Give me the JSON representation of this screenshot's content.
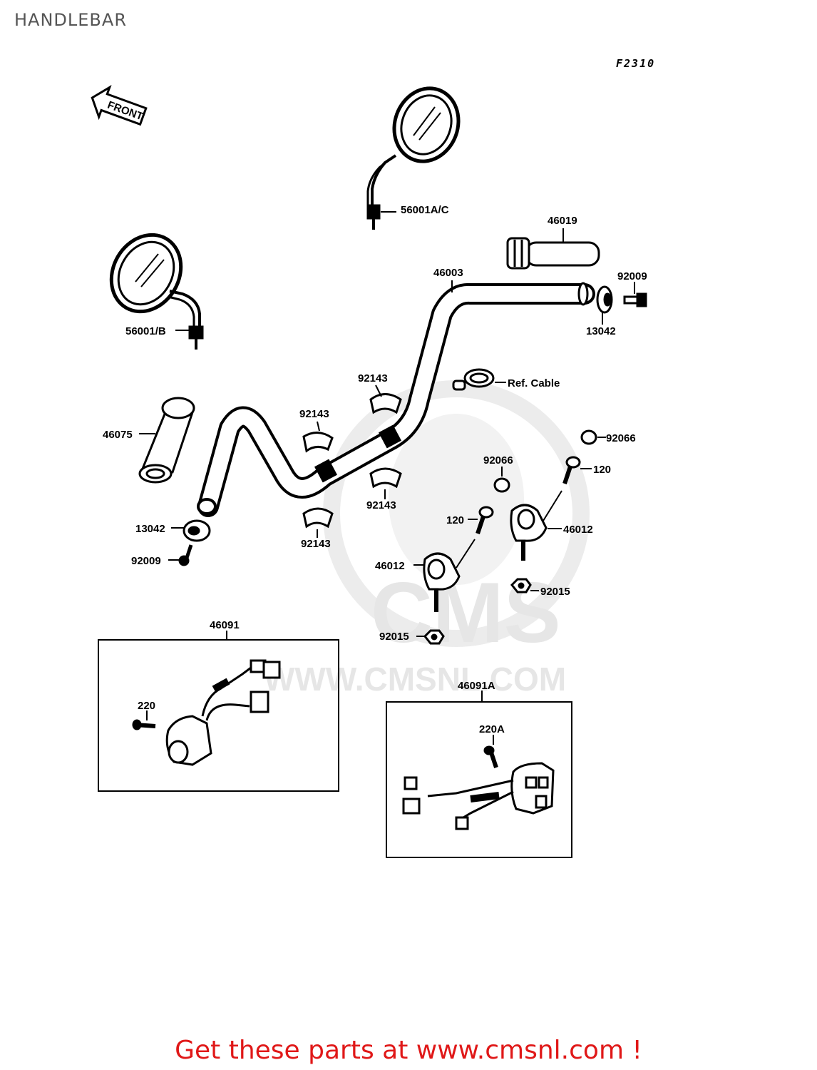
{
  "page_title": "HANDLEBAR",
  "diagram_code": "F2310",
  "front_label": "FRONT",
  "watermark": {
    "brand": "CMS",
    "url": "WWW.CMSNL.COM"
  },
  "parts": {
    "p56001ac": "56001A/C",
    "p46019": "46019",
    "p46003": "46003",
    "p92009_right": "92009",
    "p13042_right": "13042",
    "p56001b": "56001/B",
    "p92143_top": "92143",
    "ref_cable": "Ref. Cable",
    "p92143_left": "92143",
    "p46075": "46075",
    "p92066_right": "92066",
    "p92066_mid": "92066",
    "p120_right": "120",
    "p92143_right_low": "92143",
    "p13042_left": "13042",
    "p120_left": "120",
    "p46012_right": "46012",
    "p92143_bottom": "92143",
    "p92009_left": "92009",
    "p46012_left": "46012",
    "p92015_right": "92015",
    "p46091": "46091",
    "p92015_left": "92015",
    "p46091a": "46091A",
    "p220": "220",
    "p220a": "220A"
  },
  "footer": {
    "promo": "Get these parts at www.cmsnl.com !"
  }
}
